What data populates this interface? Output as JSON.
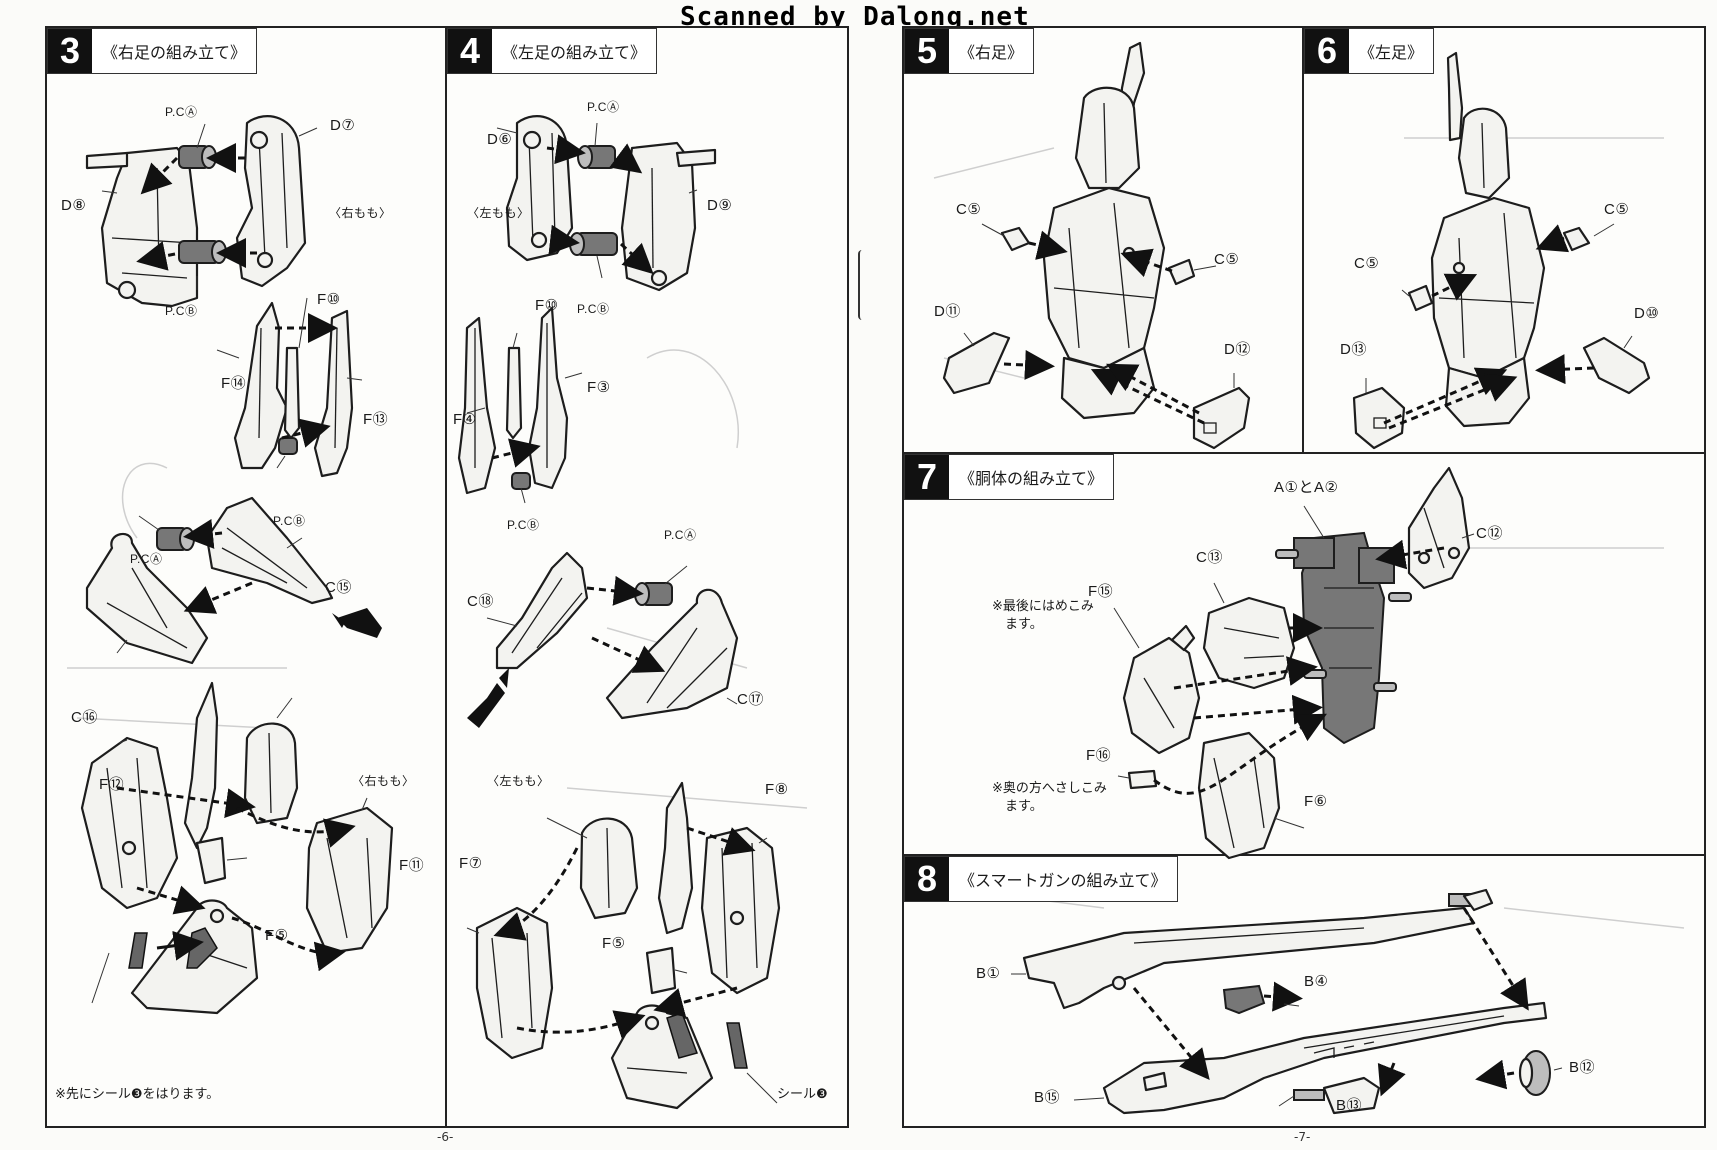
{
  "watermark": "Scanned_by Dalong.net",
  "pages": {
    "left_num": "-6-",
    "right_num": "-7-"
  },
  "steps": [
    {
      "num": "3",
      "title": "《右足の組み立て》"
    },
    {
      "num": "4",
      "title": "《左足の組み立て》"
    },
    {
      "num": "5",
      "title": "《右足》"
    },
    {
      "num": "6",
      "title": "《左足》"
    },
    {
      "num": "7",
      "title": "《胴体の組み立て》"
    },
    {
      "num": "8",
      "title": "《スマートガンの組み立て》"
    }
  ],
  "step3": {
    "labels": {
      "pca1": "P.CⒶ",
      "d7": "D⑦",
      "d8": "D⑧",
      "thigh": "〈右もも〉",
      "pcb1": "P.CⒷ",
      "f10": "F⑩",
      "f14": "F⑭",
      "f13": "F⑬",
      "pcb2": "P.CⒷ",
      "pca2": "P.CⒶ",
      "c15": "C⑮",
      "c16": "C⑯",
      "f12": "F⑫",
      "thigh2": "〈右もも〉",
      "f11": "F⑪",
      "f5": "F⑤"
    },
    "note": "※先にシール❸をはります。"
  },
  "step4": {
    "labels": {
      "pca1": "P.CⒶ",
      "d6": "D⑥",
      "d9": "D⑨",
      "thigh": "〈左もも〉",
      "pcb1": "P.CⒷ",
      "f10": "F⑩",
      "f3": "F③",
      "f4": "F④",
      "pcb2": "P.CⒷ",
      "pca2": "P.CⒶ",
      "c18": "C⑱",
      "c17": "C⑰",
      "thigh2": "〈左もも〉",
      "f8": "F⑧",
      "f7": "F⑦",
      "f5": "F⑤"
    },
    "sticker": "シール❸"
  },
  "step5": {
    "labels": {
      "c5a": "C⑤",
      "c5b": "C⑤",
      "d11": "D⑪",
      "d12": "D⑫"
    }
  },
  "step6": {
    "labels": {
      "c5a": "C⑤",
      "c5b": "C⑤",
      "d10": "D⑩",
      "d13": "D⑬"
    }
  },
  "step7": {
    "labels": {
      "a12": "A①とA②",
      "c12": "C⑫",
      "c13": "C⑬",
      "f15": "F⑮",
      "f16": "F⑯",
      "f6": "F⑥"
    },
    "note1": "※最後にはめこみ\n　ます。",
    "note2": "※奥の方へさしこみ\n　ます。"
  },
  "step8": {
    "labels": {
      "b1": "B①",
      "b4": "B④",
      "b12": "B⑫",
      "b13": "B⑬",
      "b15": "B⑮"
    }
  },
  "colors": {
    "ink": "#1d1d1d",
    "paper": "#fdfdfb",
    "step_badge": "#111111",
    "plastic_dark": "#777777"
  }
}
